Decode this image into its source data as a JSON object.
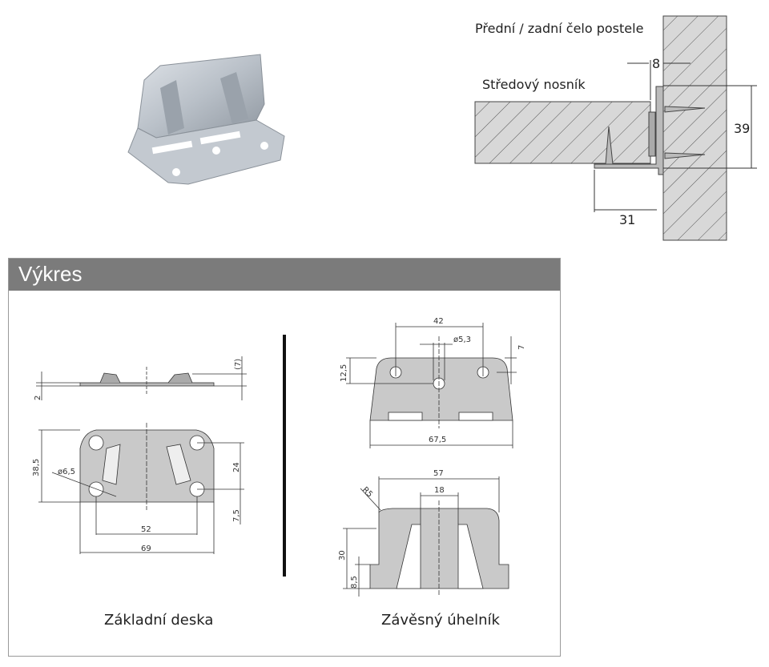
{
  "product_photo": {
    "icon": "bed-connector-bracket-photo"
  },
  "installation": {
    "label_front_back": "Přední / zadní čelo postele",
    "label_center_beam": "Středový nosník",
    "dim_gap": "8",
    "dim_height": "39",
    "dim_depth": "31"
  },
  "drawing": {
    "title": "Výkres",
    "base_plate": {
      "caption": "Základní deska",
      "dims": {
        "thickness": "2",
        "height_ref": "(7)",
        "height": "38,5",
        "hole_dia": "ø6,5",
        "hole_spacing_v": "24",
        "edge": "7,5",
        "hole_spacing_h": "52",
        "width": "69"
      }
    },
    "hanging_angle": {
      "caption": "Závěsný úhelník",
      "dims": {
        "hole_spacing": "42",
        "hole_dia": "ø5,3",
        "offset_top": "7",
        "hole_offset": "12,5",
        "width": "67,5",
        "width_top": "57",
        "center_width": "18",
        "radius": "R5",
        "height": "30",
        "base_height": "8,5"
      }
    }
  }
}
